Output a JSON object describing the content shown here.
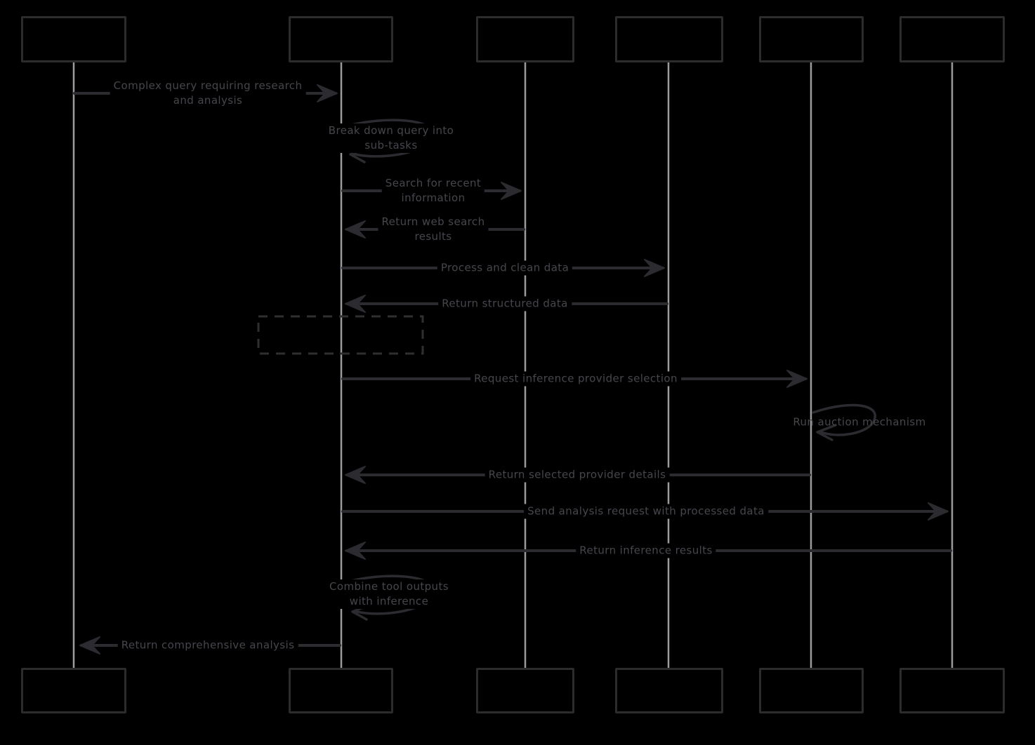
{
  "diagram": {
    "type": "sequence-diagram",
    "style": "hand-drawn",
    "background": "#000000",
    "colors": {
      "actor_box_fill": "#000000",
      "actor_box_border": "#2c2c2c",
      "lifeline": "#9c9c9c",
      "arrow": "#2b2b30",
      "message_text": "#46464d",
      "note_border": "#2f2f2f"
    },
    "actors": [
      {
        "id": "actor-1",
        "label": ""
      },
      {
        "id": "actor-2",
        "label": ""
      },
      {
        "id": "actor-3",
        "label": ""
      },
      {
        "id": "actor-4",
        "label": ""
      },
      {
        "id": "actor-5",
        "label": ""
      },
      {
        "id": "actor-6",
        "label": ""
      }
    ],
    "messages": [
      {
        "from": "actor-1",
        "to": "actor-2",
        "kind": "arrow",
        "label": "Complex query requiring research\nand analysis"
      },
      {
        "from": "actor-2",
        "to": "actor-2",
        "kind": "self",
        "label": "Break down query into\nsub-tasks"
      },
      {
        "from": "actor-2",
        "to": "actor-3",
        "kind": "arrow",
        "label": "Search for recent\ninformation"
      },
      {
        "from": "actor-3",
        "to": "actor-2",
        "kind": "arrow",
        "label": "Return web search\nresults"
      },
      {
        "from": "actor-2",
        "to": "actor-4",
        "kind": "arrow",
        "label": "Process and clean data"
      },
      {
        "from": "actor-4",
        "to": "actor-2",
        "kind": "arrow",
        "label": "Return structured data"
      },
      {
        "from": "actor-2",
        "to": "actor-5",
        "kind": "arrow",
        "label": "Request inference provider selection"
      },
      {
        "from": "actor-5",
        "to": "actor-5",
        "kind": "self",
        "label": "Run auction mechanism"
      },
      {
        "from": "actor-5",
        "to": "actor-2",
        "kind": "arrow",
        "label": "Return selected provider details"
      },
      {
        "from": "actor-2",
        "to": "actor-6",
        "kind": "arrow",
        "label": "Send analysis request with processed data"
      },
      {
        "from": "actor-6",
        "to": "actor-2",
        "kind": "arrow",
        "label": "Return inference results"
      },
      {
        "from": "actor-2",
        "to": "actor-2",
        "kind": "self",
        "label": "Combine tool outputs\nwith inference"
      },
      {
        "from": "actor-2",
        "to": "actor-1",
        "kind": "arrow",
        "label": "Return comprehensive analysis"
      }
    ],
    "note": {
      "label": ""
    }
  }
}
